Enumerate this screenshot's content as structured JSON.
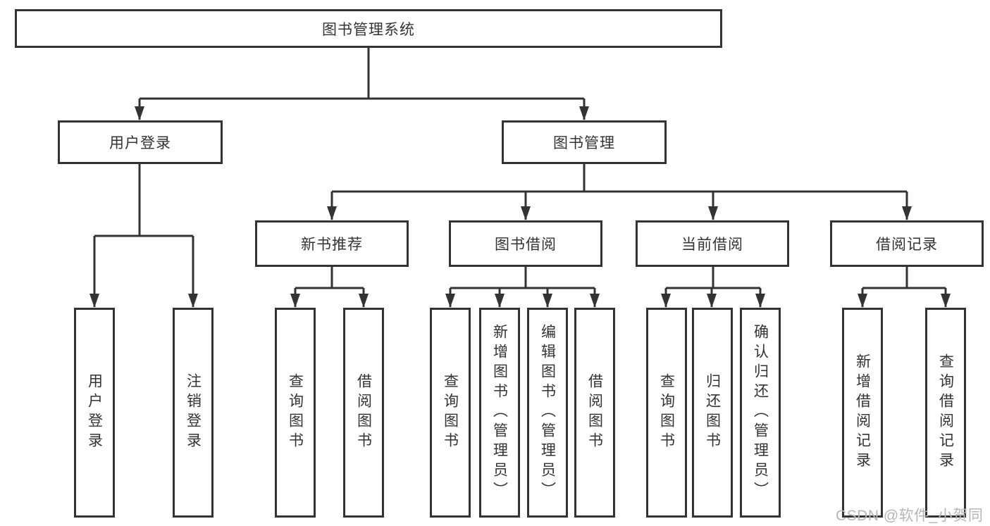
{
  "tree": {
    "root": {
      "label": "图书管理系统"
    },
    "branches": [
      {
        "label": "用户登录",
        "children": [
          {
            "label": "用户登录"
          },
          {
            "label": "注销登录"
          }
        ]
      },
      {
        "label": "图书管理",
        "children": [
          {
            "label": "新书推荐",
            "children": [
              {
                "label": "查询图书"
              },
              {
                "label": "借阅图书"
              }
            ]
          },
          {
            "label": "图书借阅",
            "children": [
              {
                "label": "查询图书"
              },
              {
                "label": "新增图书（管理员）"
              },
              {
                "label": "编辑图书（管理员）"
              },
              {
                "label": "借阅图书"
              }
            ]
          },
          {
            "label": "当前借阅",
            "children": [
              {
                "label": "查询图书"
              },
              {
                "label": "归还图书"
              },
              {
                "label": "确认归还（管理员）"
              }
            ]
          },
          {
            "label": "借阅记录",
            "children": [
              {
                "label": "新增借阅记录"
              },
              {
                "label": "查询借阅记录"
              }
            ]
          }
        ]
      }
    ]
  },
  "watermark": {
    "text": "CSDN @软件_小贺同学"
  },
  "colors": {
    "line": "#333333",
    "box_border": "#333333",
    "text": "#333333",
    "watermark": "#b5b5b5",
    "background": "#ffffff"
  }
}
